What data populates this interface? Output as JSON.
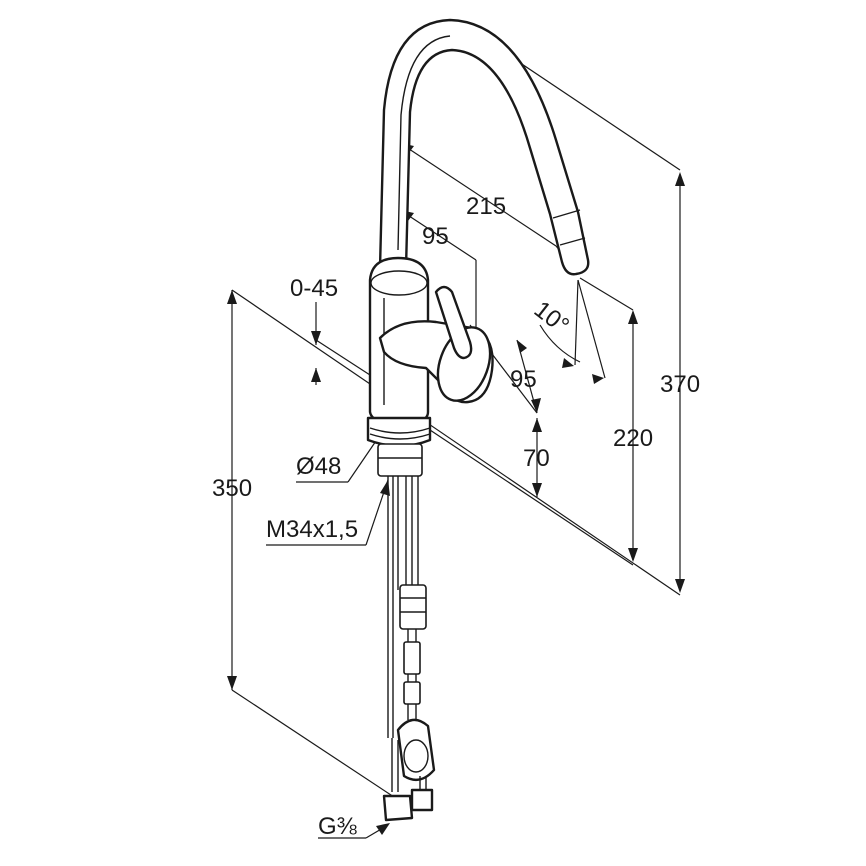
{
  "dimensions": {
    "d215": "215",
    "d95_upper": "95",
    "d10deg": "10°",
    "d0_45": "0-45",
    "d95_lower": "95",
    "d370": "370",
    "d220": "220",
    "d70": "70",
    "d350": "350",
    "d48": "Ø48",
    "m34": "M34x1,5",
    "g38": "G⅜"
  }
}
